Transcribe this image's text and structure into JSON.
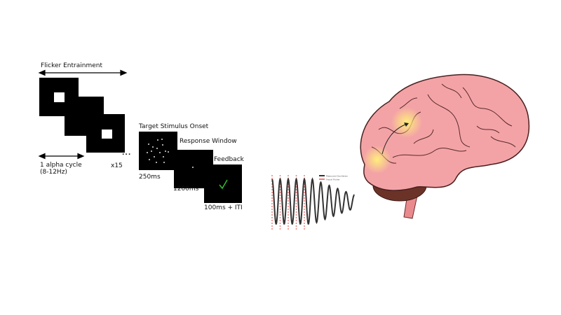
{
  "flicker": {
    "title": "Flicker Entrainment",
    "cycle_label": "1 alpha cycle",
    "cycle_freq": "(8-12Hz)",
    "repeat": "x15",
    "ellipsis": "..."
  },
  "trial": {
    "target_label": "Target Stimulus Onset",
    "target_duration": "250ms",
    "response_label": "Response Window",
    "response_duration": "1200ms",
    "feedback_label": "Feedback",
    "feedback_duration": "100ms + ITI",
    "feedback_icon": "checkmark-icon",
    "feedback_color": "#2fbf2f"
  },
  "oscillation": {
    "legend": [
      "Measured Oscillation",
      "Visual Flicker"
    ],
    "entrained_cycles": 5,
    "decay_cycles": 5,
    "colors": {
      "oscillation": "#333333",
      "flicker": "#f08080"
    }
  },
  "brain": {
    "colors": {
      "cortex": "#f3a3a6",
      "sulci": "#5a2a2a",
      "cerebellum": "#6b3328",
      "highlight": "#fff27a"
    }
  }
}
